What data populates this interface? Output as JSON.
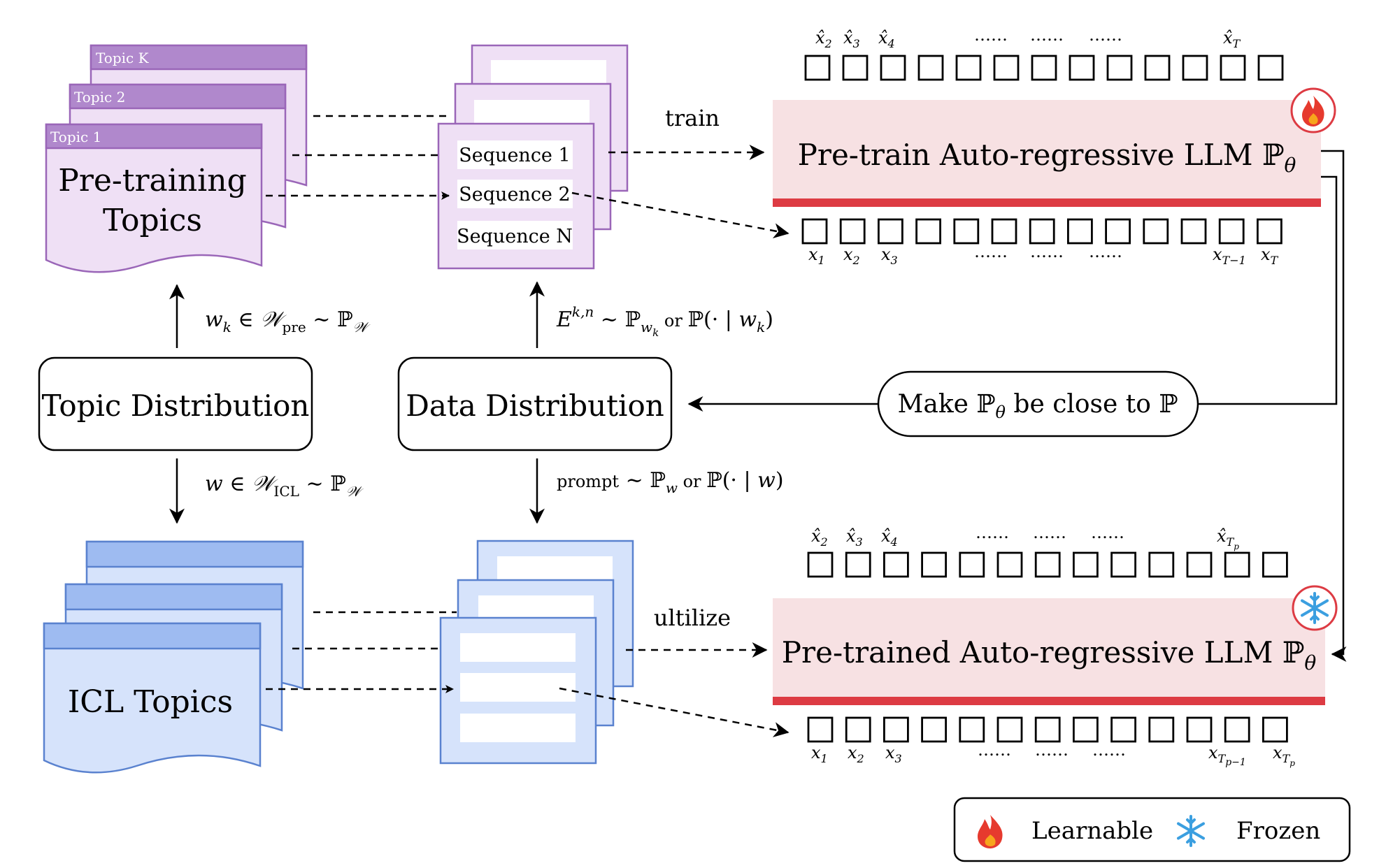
{
  "colors": {
    "purple_dark": "#9a66b8",
    "purple_light": "#efe0f5",
    "blue_dark": "#5a82cf",
    "blue_light": "#d6e3fb",
    "llm_fill": "#f7e1e3",
    "llm_bar": "#dd3b43",
    "fire": "#e63a2e",
    "snow": "#3b9fe0"
  },
  "pretrain_topics": {
    "tabs": [
      "Topic K",
      "Topic 2",
      "Topic 1"
    ],
    "title_line1": "Pre-training",
    "title_line2": "Topics"
  },
  "icl_topics": {
    "title": "ICL Topics"
  },
  "sequences": [
    "Sequence 1",
    "Sequence 2",
    "Sequence N"
  ],
  "labels": {
    "train": "train",
    "utilize": "ultilize",
    "topic_pre_w": "w",
    "topic_pre_sub": "k",
    "topic_pre_in": " ∈ ",
    "topic_pre_set": "𝒲",
    "topic_pre_setsub": "pre",
    "topic_pre_sim": " ∼ ℙ",
    "topic_pre_simsub": "𝒲",
    "topic_icl_w": "w",
    "topic_icl_in": " ∈ ",
    "topic_icl_set": "𝒲",
    "topic_icl_setsub": "ICL",
    "topic_icl_sim": " ∼ ℙ",
    "topic_icl_simsub": "𝒲",
    "data_pre_E": "E",
    "data_pre_sup": "k,n",
    "data_pre_sim": " ∼ ℙ",
    "data_pre_simsub": "w",
    "data_pre_simsubsub": "k",
    "data_pre_or": " or ",
    "data_pre_P": "ℙ(· | ",
    "data_pre_w": "w",
    "data_pre_wsub": "k",
    "data_pre_close": ")",
    "data_icl_prompt": "prompt",
    "data_icl_sim": " ∼ ℙ",
    "data_icl_simsub": "w",
    "data_icl_or": " or ",
    "data_icl_P": "ℙ(· | ",
    "data_icl_w": "w",
    "data_icl_close": ")"
  },
  "topic_distribution": "Topic Distribution",
  "data_distribution": "Data Distribution",
  "make_close": {
    "pre": "Make ℙ",
    "sub": "θ",
    "post": " be close to ℙ"
  },
  "llm_top": {
    "text": "Pre-train Auto-regressive LLM ℙ",
    "sub": "θ",
    "status_icon": "fire-icon"
  },
  "llm_bottom": {
    "text": "Pre-trained Auto-regressive LLM ℙ",
    "sub": "θ",
    "status_icon": "snowflake-icon"
  },
  "token_rows": {
    "top_out": [
      "x̂₂",
      "x̂₃",
      "x̂₄",
      "……",
      "……",
      "……",
      "x̂_T"
    ],
    "top_in": [
      "x₁",
      "x₂",
      "x₃",
      "……",
      "……",
      "……",
      "x_{T−1}",
      "x_T"
    ],
    "bot_out": [
      "x̂₂",
      "x̂₃",
      "x̂₄",
      "……",
      "……",
      "……",
      "x̂_{T_p}"
    ],
    "bot_in": [
      "x₁",
      "x₂",
      "x₃",
      "……",
      "……",
      "……",
      "x_{T_p−1}",
      "x_{T_p}"
    ],
    "box_count": 13
  },
  "tokens": {
    "xhat": "x̂",
    "x": "x",
    "s1": "1",
    "s2": "2",
    "s3": "3",
    "s4": "4",
    "T": "T",
    "Tm1": "T−1",
    "Tp": "T",
    "p": "p",
    "Tpm1a": "T",
    "Tpm1b": "p−1",
    "dots": "……"
  },
  "legend": {
    "learnable": "Learnable",
    "frozen": "Frozen",
    "learnable_icon": "fire-icon",
    "frozen_icon": "snowflake-icon"
  }
}
